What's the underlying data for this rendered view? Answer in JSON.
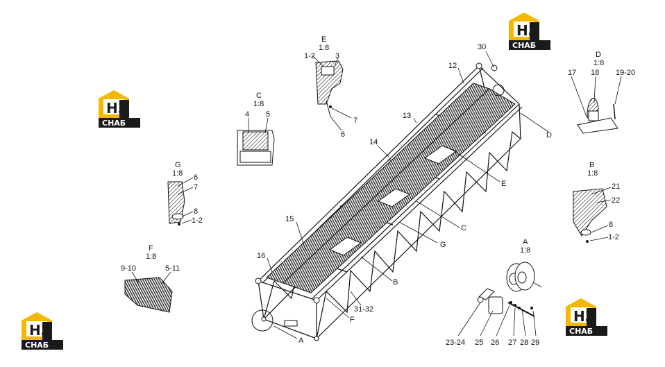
{
  "brand": {
    "logo_mark": "H3",
    "logo_word": "СНАБ",
    "accent": "#f5b800",
    "dark": "#1a1a1a"
  },
  "detail_views": {
    "E": {
      "letter": "E",
      "scale": "1:8",
      "parts": [
        "1-2",
        "3",
        "7",
        "6"
      ]
    },
    "C": {
      "letter": "C",
      "scale": "1:8",
      "parts": [
        "4",
        "5"
      ]
    },
    "G": {
      "letter": "G",
      "scale": "1:8",
      "parts": [
        "6",
        "7",
        "8",
        "1-2"
      ]
    },
    "F": {
      "letter": "F",
      "scale": "1:8",
      "parts": [
        "9-10",
        "5-11"
      ]
    },
    "D": {
      "letter": "D",
      "scale": "1:8",
      "parts": [
        "17",
        "18",
        "19-20"
      ]
    },
    "B": {
      "letter": "B",
      "scale": "1:8",
      "parts": [
        "21",
        "22",
        "8",
        "1-2"
      ]
    },
    "A": {
      "letter": "A",
      "scale": "1:8",
      "parts": [
        "23-24",
        "25",
        "26",
        "27",
        "28",
        "29"
      ]
    }
  },
  "main_labels": {
    "p30": "30",
    "p12": "12",
    "p13": "13",
    "p14": "14",
    "p15": "15",
    "p16": "16",
    "p3132": "31-32",
    "ref_D": "D",
    "ref_E": "E",
    "ref_C": "C",
    "ref_G": "G",
    "ref_B": "B",
    "ref_F": "F",
    "ref_A": "A"
  }
}
